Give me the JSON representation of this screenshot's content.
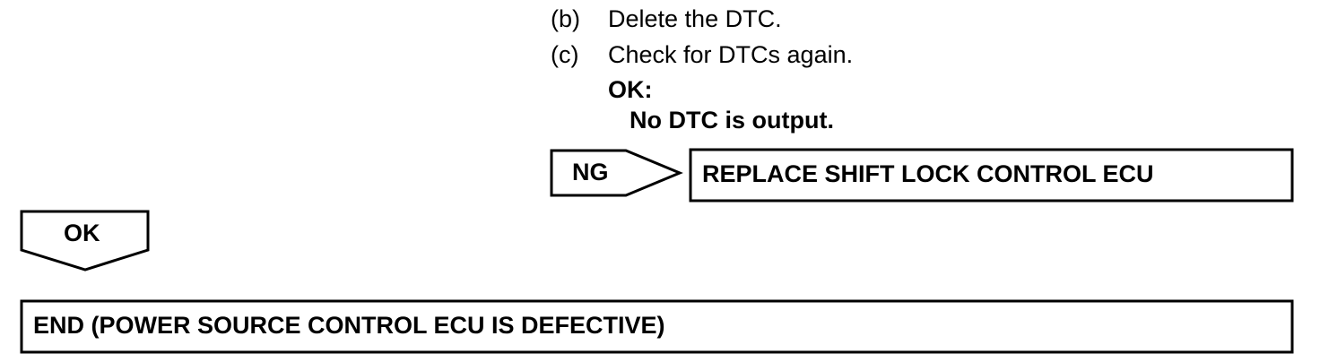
{
  "steps": [
    {
      "letter": "(b)",
      "text": "Delete the DTC."
    },
    {
      "letter": "(c)",
      "text": "Check for DTCs again."
    }
  ],
  "spec": {
    "ok_label": "OK:",
    "result": "No DTC is output."
  },
  "ng_branch": {
    "label": "NG",
    "action": "REPLACE SHIFT LOCK CONTROL ECU"
  },
  "ok_branch": {
    "label": "OK"
  },
  "end_box": {
    "text": "END (POWER SOURCE CONTROL ECU IS DEFECTIVE)"
  }
}
